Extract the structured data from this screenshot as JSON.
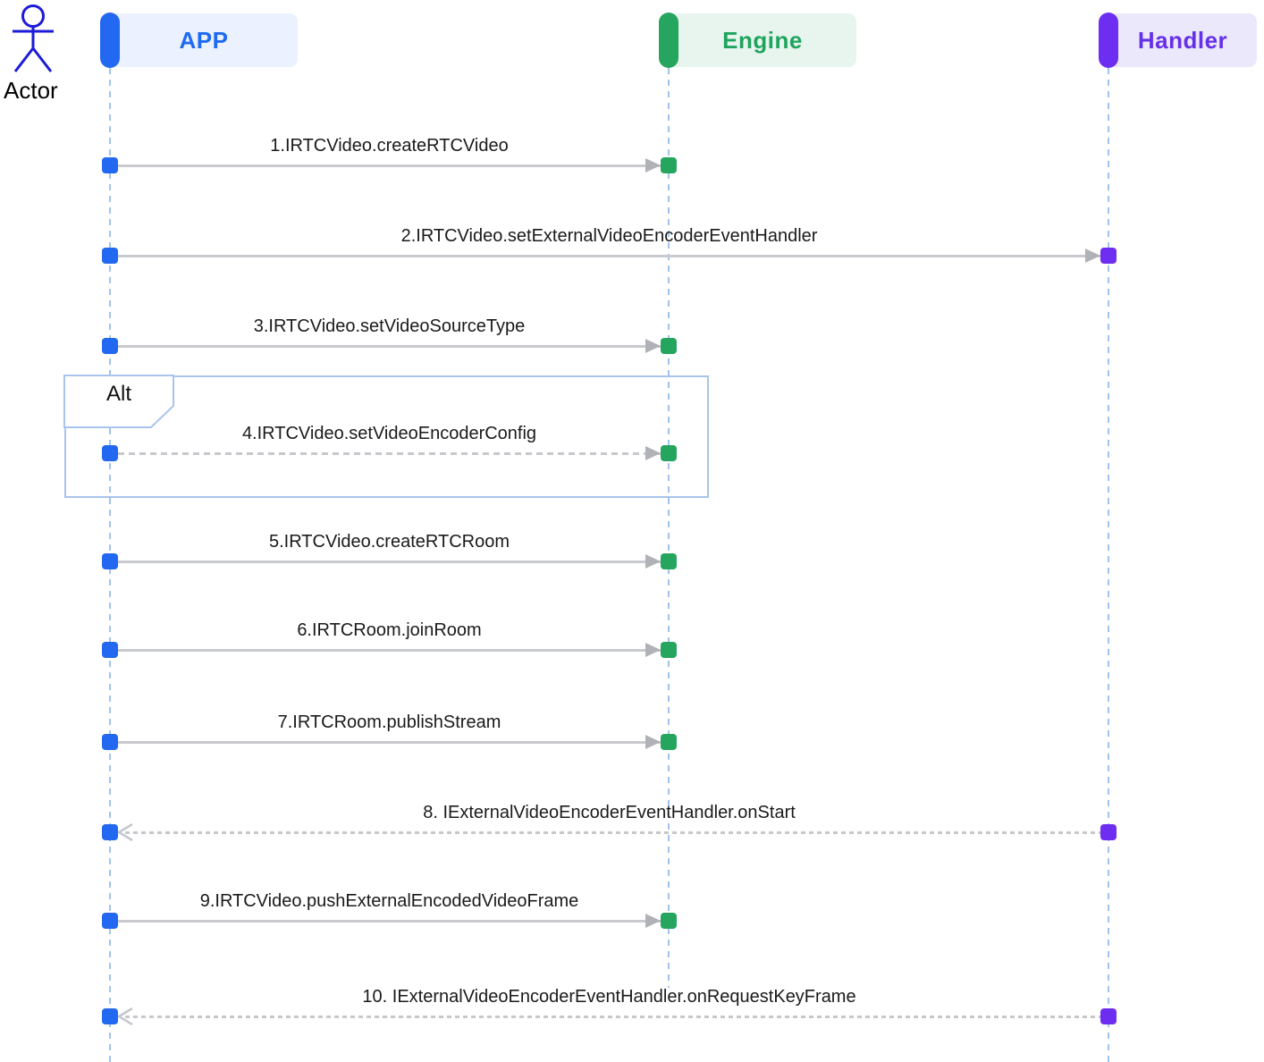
{
  "diagram": {
    "type": "sequence",
    "actor": {
      "label": "Actor"
    },
    "participants": [
      {
        "id": "app",
        "label": "APP",
        "text_color": "#1f6af2",
        "bg_color": "#ebf1fe",
        "node_color": "#2368f0"
      },
      {
        "id": "engine",
        "label": "Engine",
        "text_color": "#1fa45e",
        "bg_color": "#e8f5ee",
        "node_color": "#26a55f"
      },
      {
        "id": "handler",
        "label": "Handler",
        "text_color": "#6430e8",
        "bg_color": "#ece8fc",
        "node_color": "#6d2ef2"
      }
    ],
    "fragment": {
      "label": "Alt",
      "contains_message": 4
    },
    "messages": [
      {
        "num": 1,
        "label": "1.IRTCVideo.createRTCVideo",
        "from": "APP",
        "to": "Engine",
        "line": "solid",
        "arrow": "filled"
      },
      {
        "num": 2,
        "label": "2.IRTCVideo.setExternalVideoEncoderEventHandler",
        "from": "APP",
        "to": "Handler",
        "line": "solid",
        "arrow": "filled"
      },
      {
        "num": 3,
        "label": "3.IRTCVideo.setVideoSourceType",
        "from": "APP",
        "to": "Engine",
        "line": "solid",
        "arrow": "filled"
      },
      {
        "num": 4,
        "label": "4.IRTCVideo.setVideoEncoderConfig",
        "from": "APP",
        "to": "Engine",
        "line": "dashed",
        "arrow": "filled"
      },
      {
        "num": 5,
        "label": "5.IRTCVideo.createRTCRoom",
        "from": "APP",
        "to": "Engine",
        "line": "solid",
        "arrow": "filled"
      },
      {
        "num": 6,
        "label": "6.IRTCRoom.joinRoom",
        "from": "APP",
        "to": "Engine",
        "line": "solid",
        "arrow": "filled"
      },
      {
        "num": 7,
        "label": "7.IRTCRoom.publishStream",
        "from": "APP",
        "to": "Engine",
        "line": "solid",
        "arrow": "filled"
      },
      {
        "num": 8,
        "label": "8. IExternalVideoEncoderEventHandler.onStart",
        "from": "Handler",
        "to": "APP",
        "line": "dotted",
        "arrow": "open"
      },
      {
        "num": 9,
        "label": "9.IRTCVideo.pushExternalEncodedVideoFrame",
        "from": "APP",
        "to": "Engine",
        "line": "solid",
        "arrow": "filled"
      },
      {
        "num": 10,
        "label": "10. IExternalVideoEncoderEventHandler.onRequestKeyFrame",
        "from": "Handler",
        "to": "APP",
        "line": "dotted",
        "arrow": "open"
      }
    ],
    "lifeline_color": "#9fc4ef",
    "arrow_color": "#b0b2b8",
    "fragment_border_color": "#a9c4ec",
    "actor_color": "#1b1bd8"
  }
}
